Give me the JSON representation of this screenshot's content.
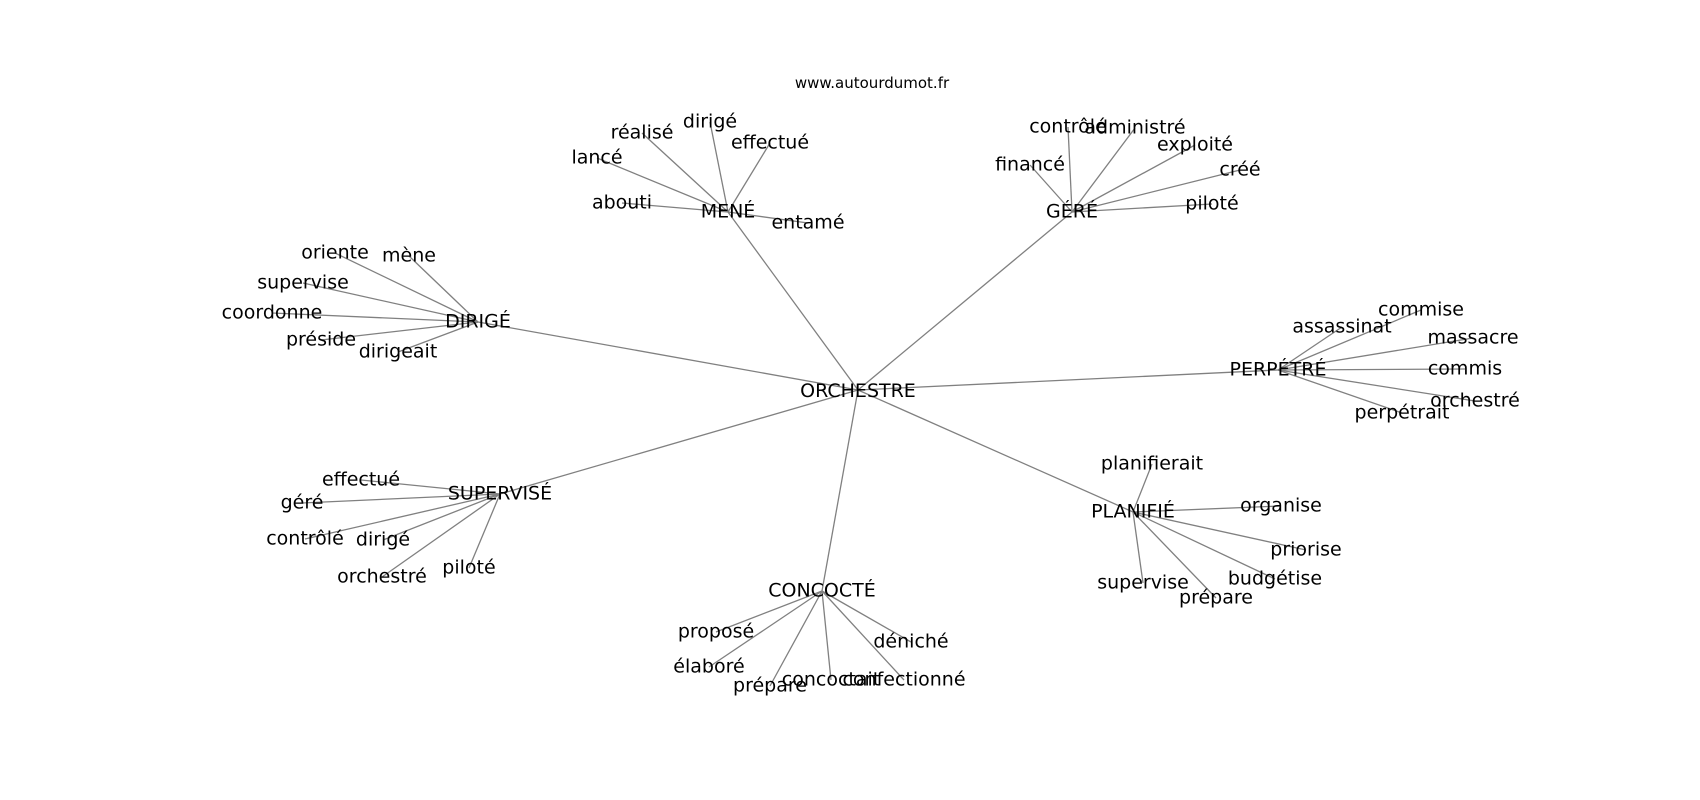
{
  "header": {
    "site": "www.autourdumot.fr"
  },
  "graph": {
    "root": "ORCHESTRE",
    "hubs": [
      {
        "label": "MENÉ",
        "leaves": [
          "abouti",
          "lancé",
          "réalisé",
          "dirigé",
          "effectué",
          "entamé"
        ]
      },
      {
        "label": "GÉRÉ",
        "leaves": [
          "financé",
          "contrôlé",
          "administré",
          "exploité",
          "créé",
          "piloté"
        ]
      },
      {
        "label": "DIRIGÉ",
        "leaves": [
          "oriente",
          "mène",
          "supervise",
          "coordonne",
          "préside",
          "dirigeait"
        ]
      },
      {
        "label": "PERPÉTRÉ",
        "leaves": [
          "assassinat",
          "commise",
          "massacre",
          "commis",
          "orchestré",
          "perpétrait"
        ]
      },
      {
        "label": "SUPERVISÉ",
        "leaves": [
          "effectué",
          "géré",
          "contrôlé",
          "dirigé",
          "orchestré",
          "piloté"
        ]
      },
      {
        "label": "PLANIFIÉ",
        "leaves": [
          "planifierait",
          "organise",
          "priorise",
          "budgétise",
          "prépare",
          "supervise"
        ]
      },
      {
        "label": "CONCOCTÉ",
        "leaves": [
          "proposé",
          "élaboré",
          "prépare",
          "concoctait",
          "confectionné",
          "déniché"
        ]
      }
    ]
  }
}
